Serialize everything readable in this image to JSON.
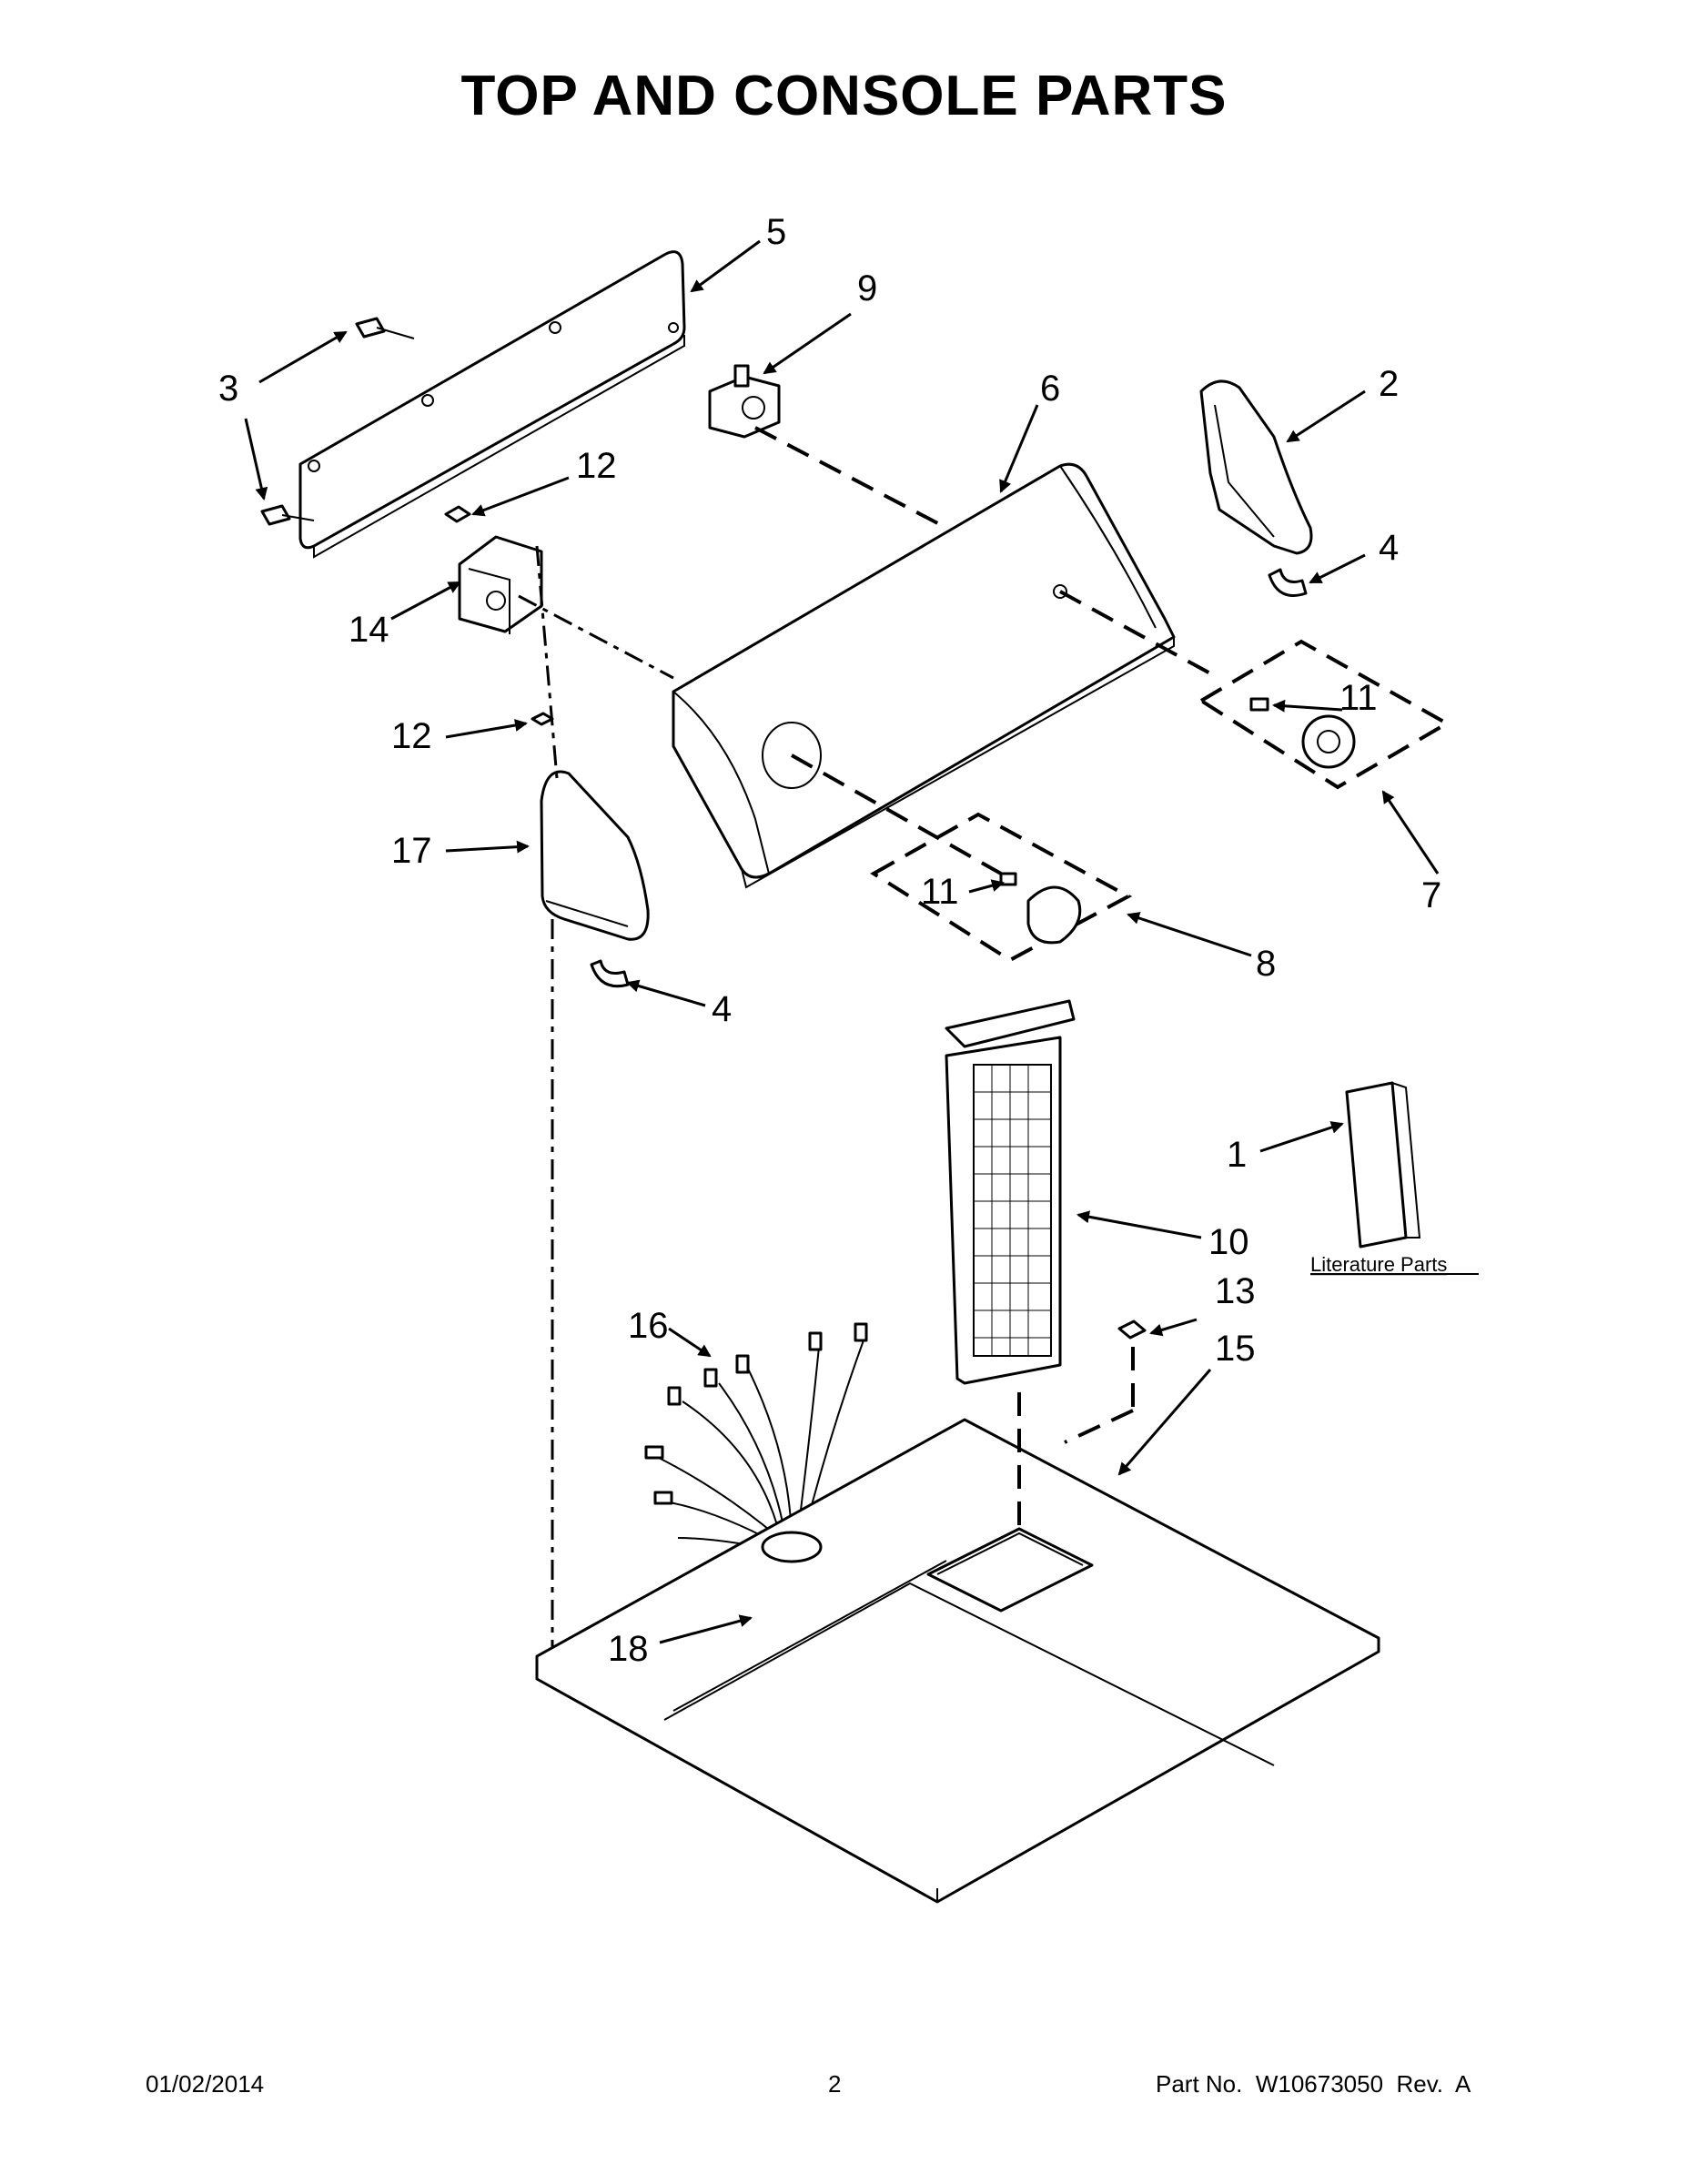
{
  "title": "TOP AND CONSOLE PARTS",
  "callouts": {
    "c1": "1",
    "c2": "2",
    "c3": "3",
    "c4a": "4",
    "c4b": "4",
    "c5": "5",
    "c6": "6",
    "c7": "7",
    "c8": "8",
    "c9": "9",
    "c10": "10",
    "c11a": "11",
    "c11b": "11",
    "c12a": "12",
    "c12b": "12",
    "c13": "13",
    "c14": "14",
    "c15": "15",
    "c16": "16",
    "c17": "17",
    "c18": "18"
  },
  "literature_label": "Literature Parts",
  "footer": {
    "date": "01/02/2014",
    "page": "2",
    "part_no": "Part No.  W10673050  Rev.  A"
  }
}
